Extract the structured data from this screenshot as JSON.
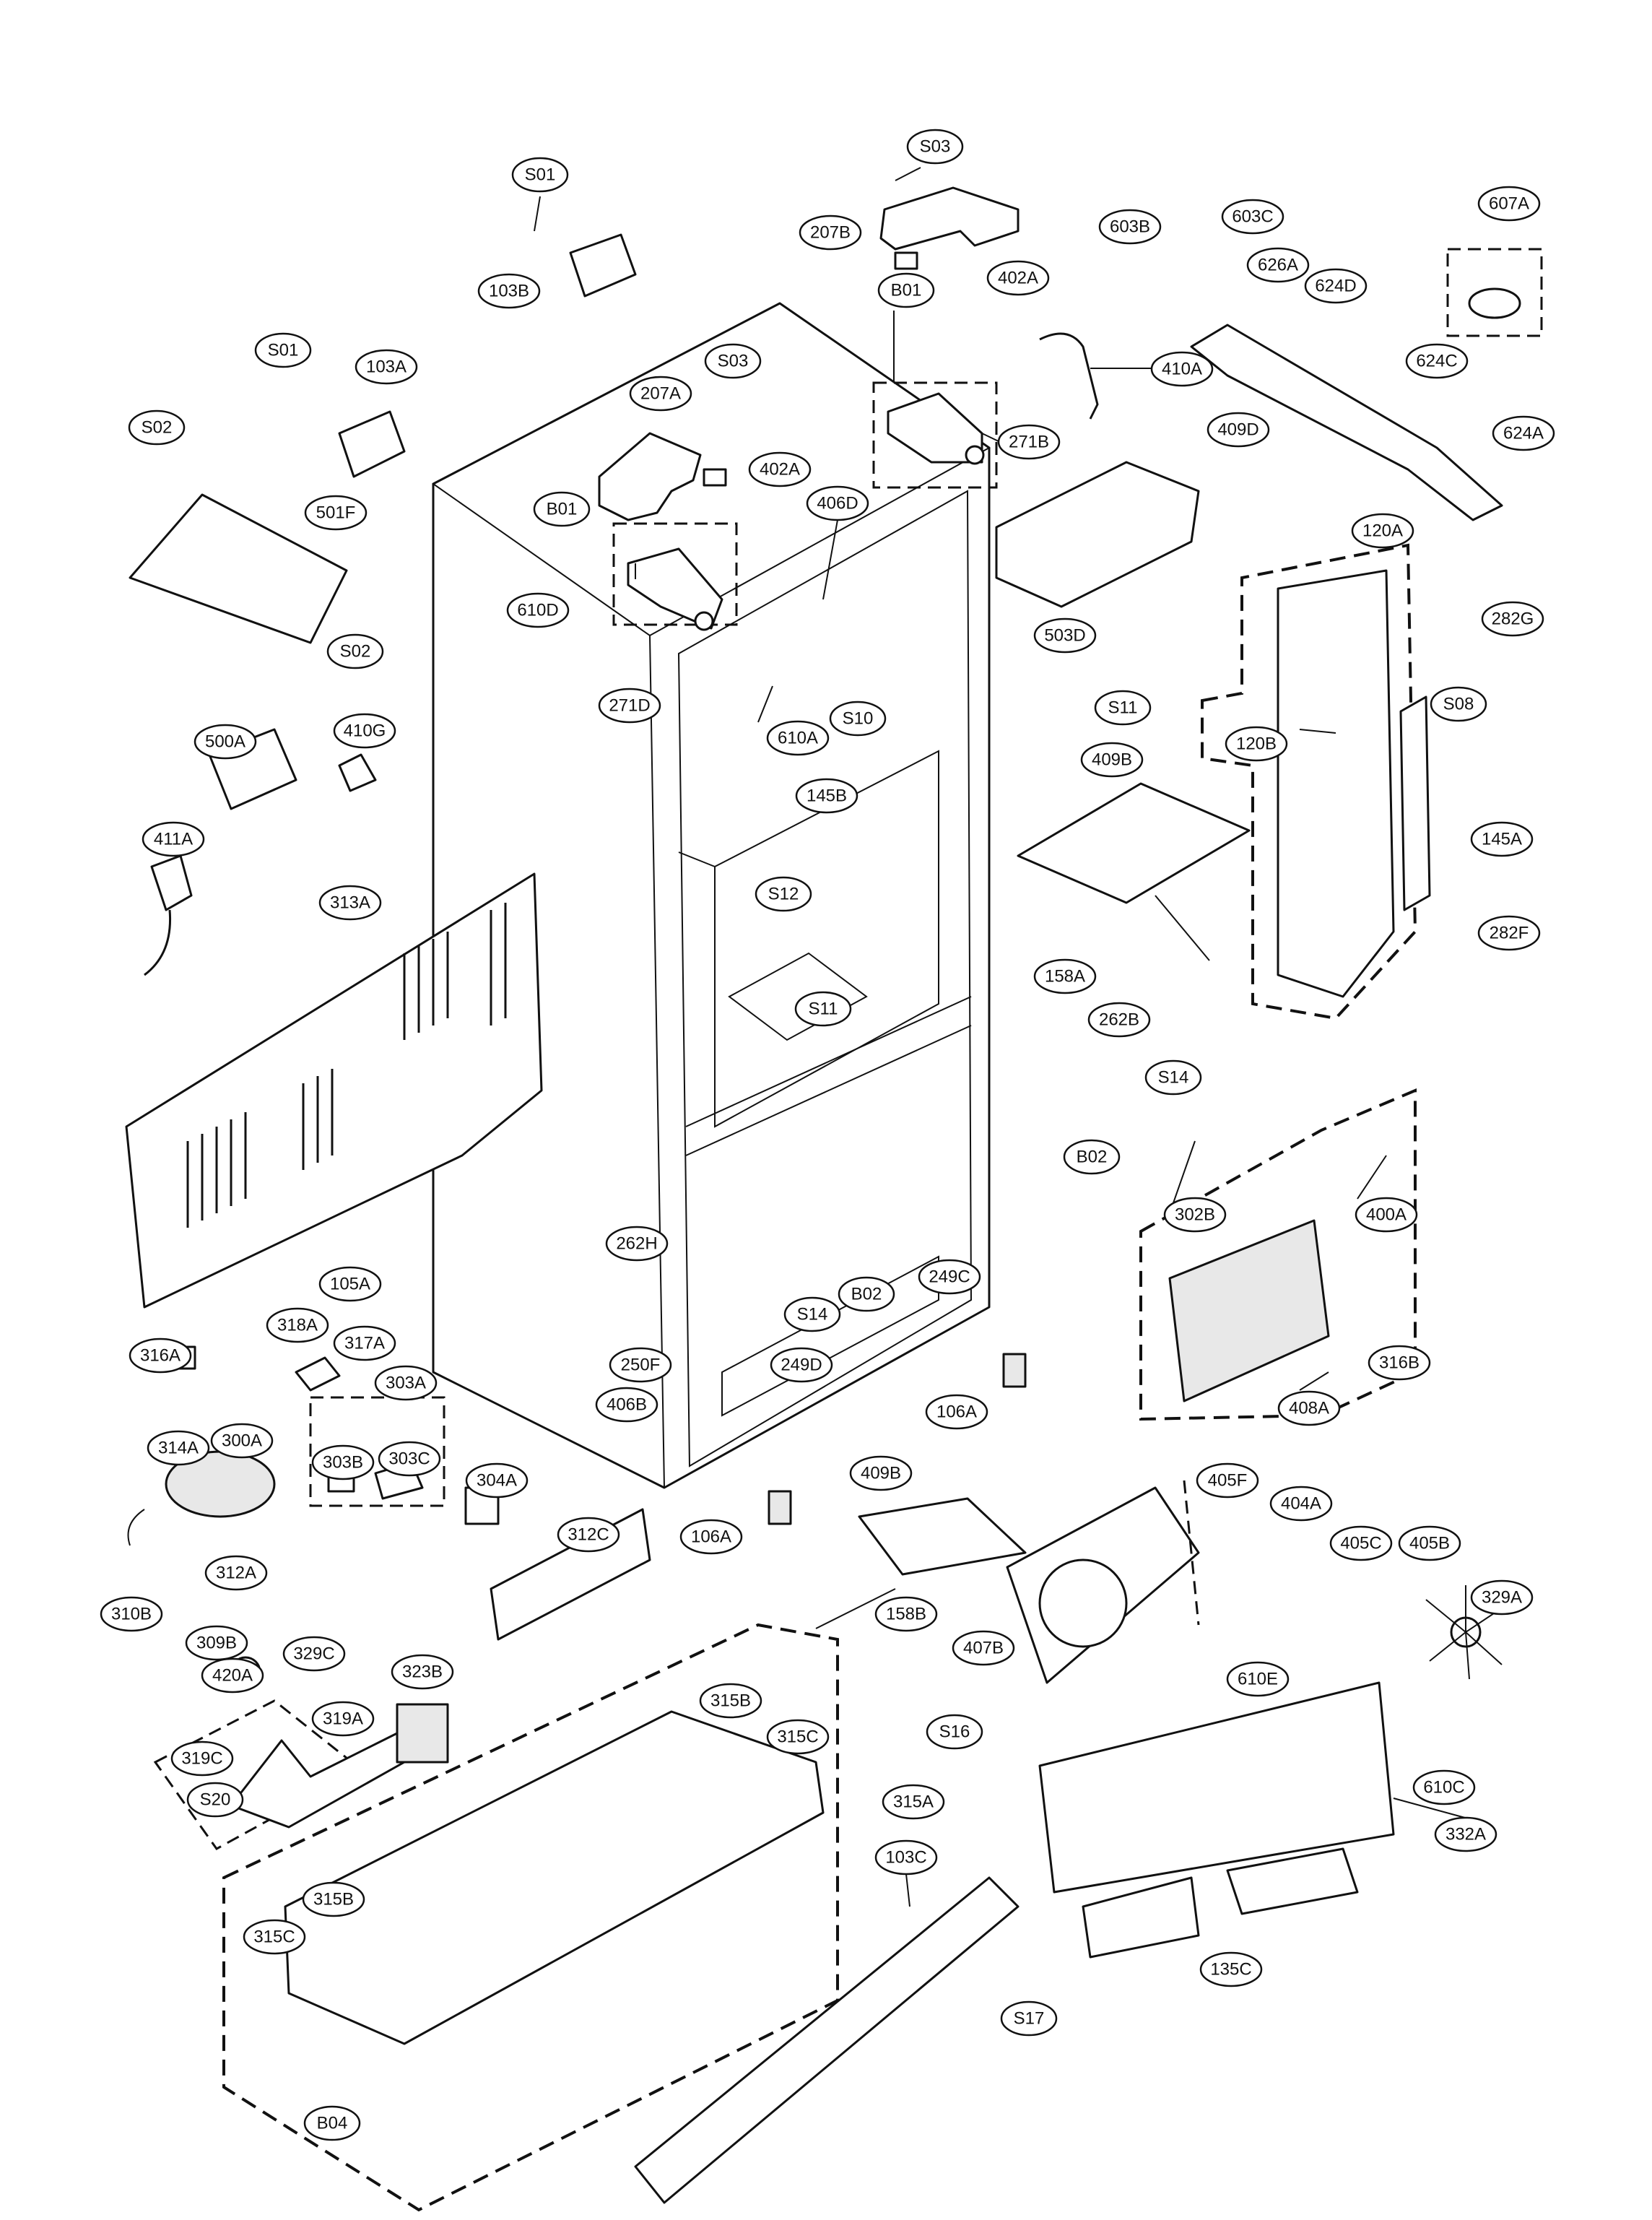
{
  "callouts": [
    {
      "id": "S01",
      "label": "S01"
    },
    {
      "id": "S03a",
      "label": "S03"
    },
    {
      "id": "207B",
      "label": "207B"
    },
    {
      "id": "402Aa",
      "label": "402A"
    },
    {
      "id": "603B",
      "label": "603B"
    },
    {
      "id": "603C",
      "label": "603C"
    },
    {
      "id": "607A",
      "label": "607A"
    },
    {
      "id": "103B",
      "label": "103B"
    },
    {
      "id": "B01a",
      "label": "B01"
    },
    {
      "id": "626A",
      "label": "626A"
    },
    {
      "id": "624D",
      "label": "624D"
    },
    {
      "id": "S01b",
      "label": "S01"
    },
    {
      "id": "103A",
      "label": "103A"
    },
    {
      "id": "S03b",
      "label": "S03"
    },
    {
      "id": "410A",
      "label": "410A"
    },
    {
      "id": "624C",
      "label": "624C"
    },
    {
      "id": "S02a",
      "label": "S02"
    },
    {
      "id": "207A",
      "label": "207A"
    },
    {
      "id": "409D",
      "label": "409D"
    },
    {
      "id": "271B",
      "label": "271B"
    },
    {
      "id": "624A",
      "label": "624A"
    },
    {
      "id": "402Ab",
      "label": "402A"
    },
    {
      "id": "406D",
      "label": "406D"
    },
    {
      "id": "B01b",
      "label": "B01"
    },
    {
      "id": "501F",
      "label": "501F"
    },
    {
      "id": "120A",
      "label": "120A"
    },
    {
      "id": "610D",
      "label": "610D"
    },
    {
      "id": "503D",
      "label": "503D"
    },
    {
      "id": "282G",
      "label": "282G"
    },
    {
      "id": "S02b",
      "label": "S02"
    },
    {
      "id": "271D",
      "label": "271D"
    },
    {
      "id": "S11a",
      "label": "S11"
    },
    {
      "id": "S08",
      "label": "S08"
    },
    {
      "id": "S10",
      "label": "S10"
    },
    {
      "id": "410G",
      "label": "410G"
    },
    {
      "id": "610A",
      "label": "610A"
    },
    {
      "id": "500A",
      "label": "500A"
    },
    {
      "id": "120B",
      "label": "120B"
    },
    {
      "id": "409B",
      "label": "409B"
    },
    {
      "id": "145B",
      "label": "145B"
    },
    {
      "id": "411A",
      "label": "411A"
    },
    {
      "id": "145A",
      "label": "145A"
    },
    {
      "id": "S12",
      "label": "S12"
    },
    {
      "id": "313A",
      "label": "313A"
    },
    {
      "id": "282F",
      "label": "282F"
    },
    {
      "id": "158A",
      "label": "158A"
    },
    {
      "id": "S11b",
      "label": "S11"
    },
    {
      "id": "262B",
      "label": "262B"
    },
    {
      "id": "S14a",
      "label": "S14"
    },
    {
      "id": "B02a",
      "label": "B02"
    },
    {
      "id": "400A",
      "label": "400A"
    },
    {
      "id": "302B",
      "label": "302B"
    },
    {
      "id": "262H",
      "label": "262H"
    },
    {
      "id": "249C",
      "label": "249C"
    },
    {
      "id": "B02b",
      "label": "B02"
    },
    {
      "id": "105A",
      "label": "105A"
    },
    {
      "id": "S14b",
      "label": "S14"
    },
    {
      "id": "318A",
      "label": "318A"
    },
    {
      "id": "316B",
      "label": "316B"
    },
    {
      "id": "317A",
      "label": "317A"
    },
    {
      "id": "250F",
      "label": "250F"
    },
    {
      "id": "249D",
      "label": "249D"
    },
    {
      "id": "316A",
      "label": "316A"
    },
    {
      "id": "303A",
      "label": "303A"
    },
    {
      "id": "406B",
      "label": "406B"
    },
    {
      "id": "408A",
      "label": "408A"
    },
    {
      "id": "106Aa",
      "label": "106A"
    },
    {
      "id": "314A",
      "label": "314A"
    },
    {
      "id": "300A",
      "label": "300A"
    },
    {
      "id": "303B",
      "label": "303B"
    },
    {
      "id": "303C",
      "label": "303C"
    },
    {
      "id": "304A",
      "label": "304A"
    },
    {
      "id": "405F",
      "label": "405F"
    },
    {
      "id": "409Bb",
      "label": "409B"
    },
    {
      "id": "404A",
      "label": "404A"
    },
    {
      "id": "405C",
      "label": "405C"
    },
    {
      "id": "405B",
      "label": "405B"
    },
    {
      "id": "312C",
      "label": "312C"
    },
    {
      "id": "106Ab",
      "label": "106A"
    },
    {
      "id": "312A",
      "label": "312A"
    },
    {
      "id": "329A",
      "label": "329A"
    },
    {
      "id": "310B",
      "label": "310B"
    },
    {
      "id": "158B",
      "label": "158B"
    },
    {
      "id": "309B",
      "label": "309B"
    },
    {
      "id": "329C",
      "label": "329C"
    },
    {
      "id": "407B",
      "label": "407B"
    },
    {
      "id": "420A",
      "label": "420A"
    },
    {
      "id": "323B",
      "label": "323B"
    },
    {
      "id": "610E",
      "label": "610E"
    },
    {
      "id": "315B",
      "label": "315B"
    },
    {
      "id": "319A",
      "label": "319A"
    },
    {
      "id": "315C",
      "label": "315C"
    },
    {
      "id": "S16",
      "label": "S16"
    },
    {
      "id": "319C",
      "label": "319C"
    },
    {
      "id": "610C",
      "label": "610C"
    },
    {
      "id": "S20",
      "label": "S20"
    },
    {
      "id": "315A",
      "label": "315A"
    },
    {
      "id": "332A",
      "label": "332A"
    },
    {
      "id": "103C",
      "label": "103C"
    },
    {
      "id": "315Bb",
      "label": "315B"
    },
    {
      "id": "315Cb",
      "label": "315C"
    },
    {
      "id": "135C",
      "label": "135C"
    },
    {
      "id": "S17",
      "label": "S17"
    },
    {
      "id": "B04",
      "label": "B04"
    }
  ]
}
